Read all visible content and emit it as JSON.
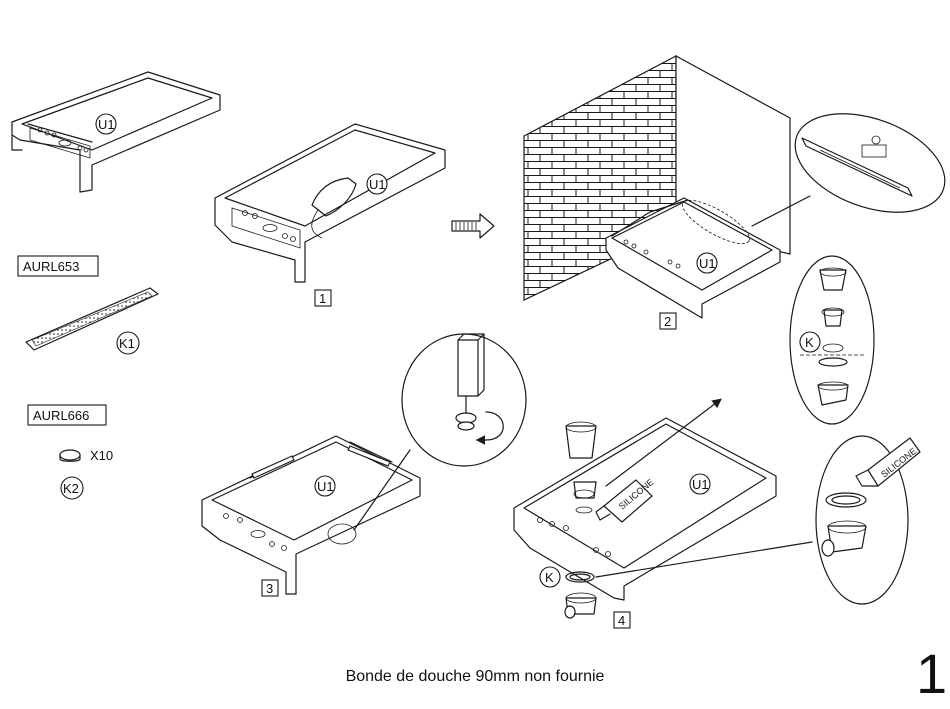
{
  "labels": {
    "u1": "U1",
    "k1": "K1",
    "k2": "K2",
    "k": "K",
    "x10": "X10",
    "silicone": "SILICONE"
  },
  "parts": {
    "aurl653": "AURL653",
    "aurl666": "AURL666"
  },
  "steps": [
    "1",
    "2",
    "3",
    "4"
  ],
  "caption": "Bonde de douche 90mm non fournie",
  "page_number": "1"
}
